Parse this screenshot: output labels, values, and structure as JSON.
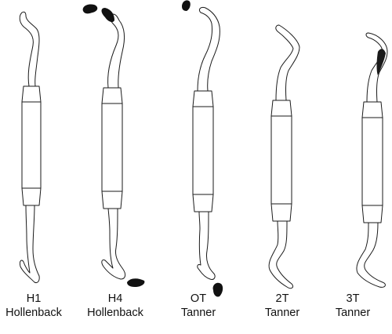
{
  "instruments": [
    {
      "code": "H1",
      "name": "Hollenback",
      "tip_style": "plain"
    },
    {
      "code": "H4",
      "name": "Hollenback",
      "tip_style": "blade"
    },
    {
      "code": "OT",
      "name": "Tanner",
      "tip_style": "blade"
    },
    {
      "code": "2T",
      "name": "Tanner",
      "tip_style": "plain"
    },
    {
      "code": "3T",
      "name": "Tanner",
      "tip_style": "plain-dark"
    }
  ],
  "colors": {
    "handle": "#6e6e6e",
    "handle_edge": "#2b2b2b",
    "shank": "#dcdcdc",
    "blade": "#111111",
    "background": "#ffffff"
  }
}
